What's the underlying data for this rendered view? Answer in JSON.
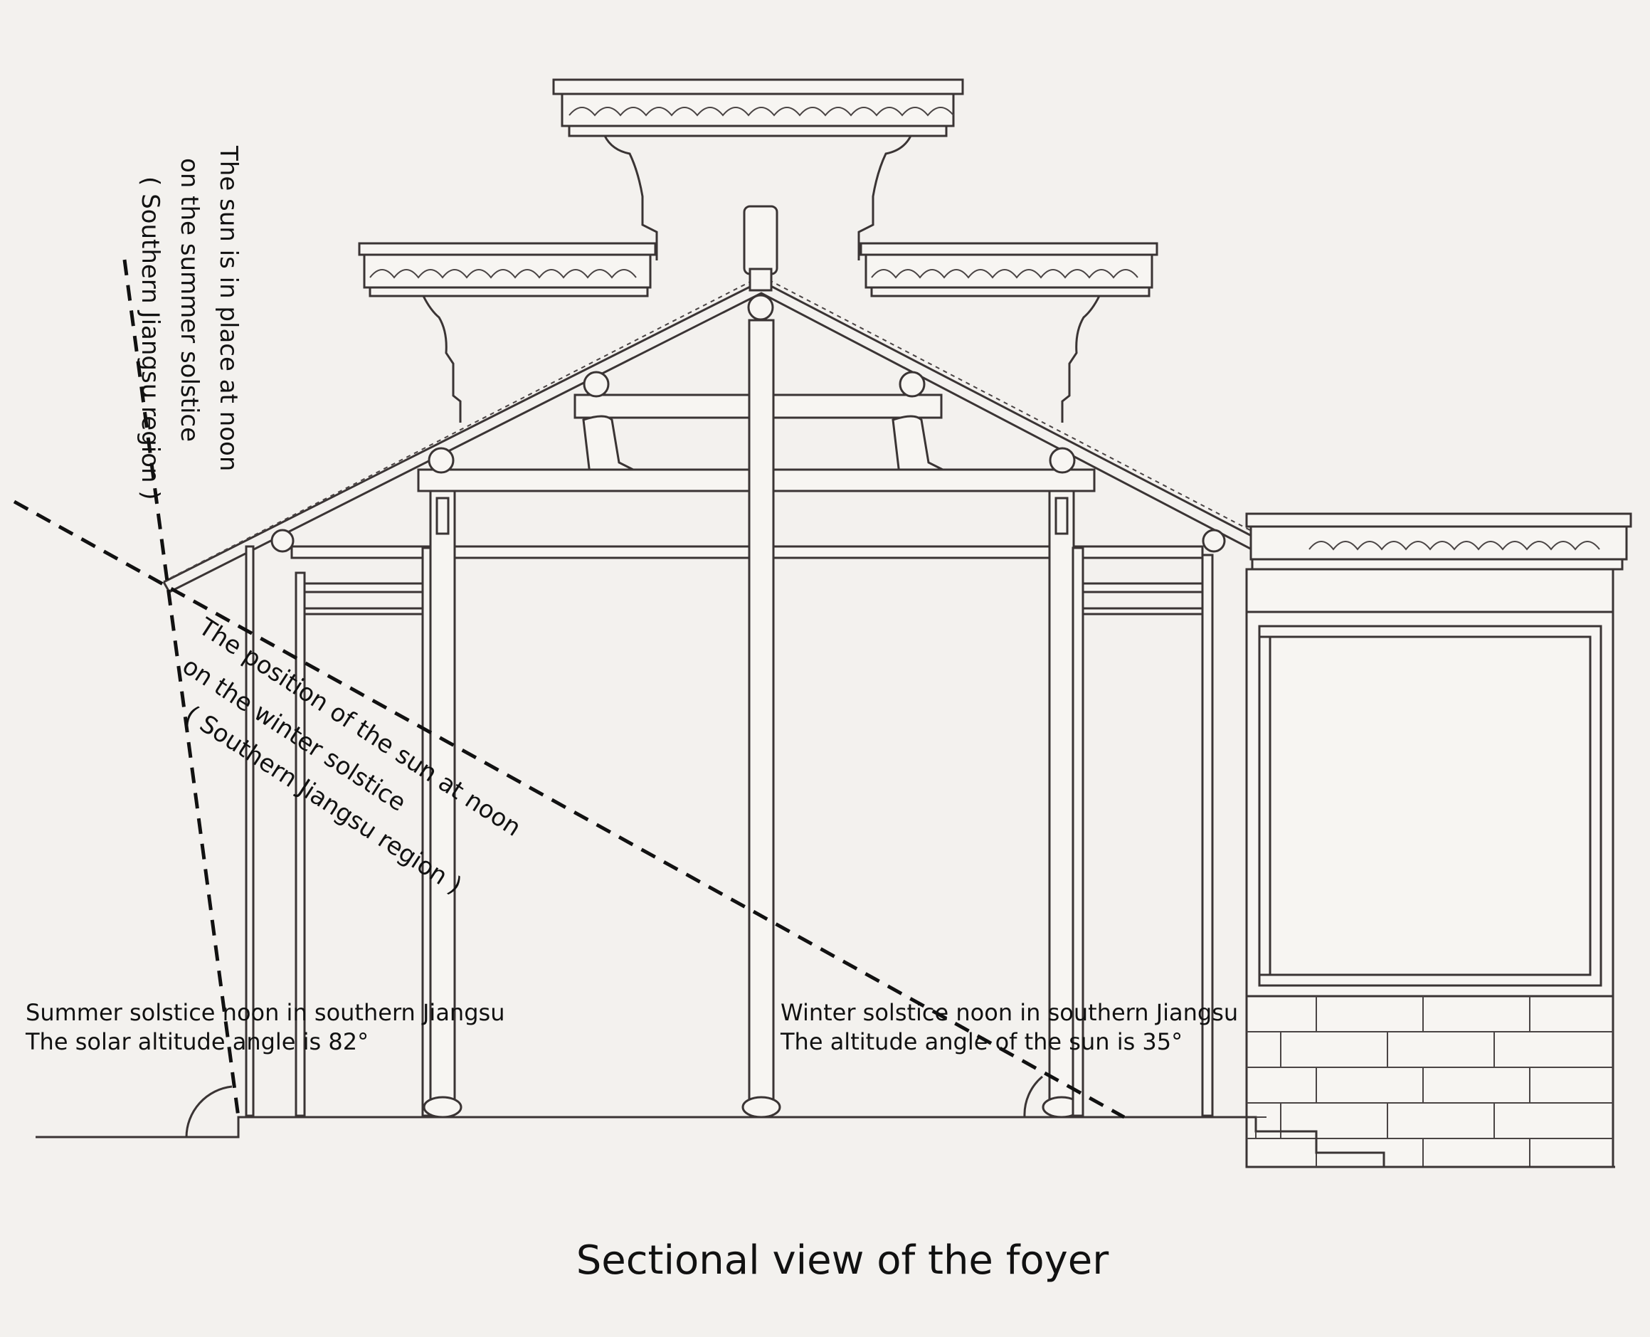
{
  "diagram": {
    "title": "Sectional view of the foyer",
    "summer_sun_label": {
      "line1": "The sun is in place at noon",
      "line2": "on the summer solstice",
      "line3": "( Southern Jiangsu region )"
    },
    "winter_sun_label": {
      "line1": "The position of the sun at noon",
      "line2": "on the winter solstice",
      "line3": "( Southern Jiangsu region )"
    },
    "summer_angle_note": {
      "line1": "Summer solstice noon in southern Jiangsu",
      "line2": "The solar altitude angle is 82°"
    },
    "winter_angle_note": {
      "line1": "Winter solstice noon in southern Jiangsu",
      "line2": "The altitude angle of the sun is 35°"
    },
    "summer_altitude_deg": 82,
    "winter_altitude_deg": 35,
    "colors": {
      "ink": "#3a3434",
      "paper": "#f3f1ee",
      "dashed_lines": "#111111"
    }
  }
}
